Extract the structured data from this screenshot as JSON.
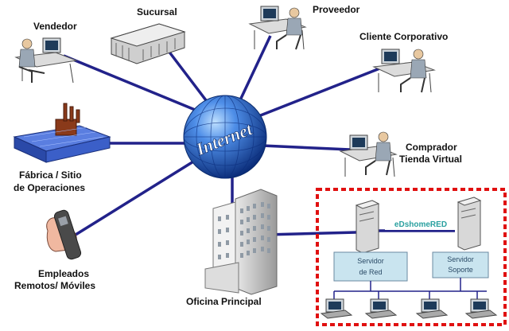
{
  "hub": {
    "label": "Internet"
  },
  "nodes": {
    "vendedor": "Vendedor",
    "sucursal": "Sucursal",
    "proveedor": "Proveedor",
    "cliente": "Cliente Corporativo",
    "fabrica_1": "Fábrica / Sitio",
    "fabrica_2": "de Operaciones",
    "comprador_1": "Comprador",
    "comprador_2": "Tienda Virtual",
    "empleados_1": "Empleados",
    "empleados_2": "Remotos/ Móviles",
    "oficina": "Oficina Principal"
  },
  "network": {
    "servidor_red_1": "Servidor",
    "servidor_red_2": "de Red",
    "servidor_soporte_1": "Servidor",
    "servidor_soporte_2": "Soporte",
    "logo": "eDshomeRED"
  },
  "colors": {
    "link": "#22228a",
    "globe": "#1f56c8",
    "dashed_border": "#e01010",
    "server_box": "#c9e4ef"
  }
}
